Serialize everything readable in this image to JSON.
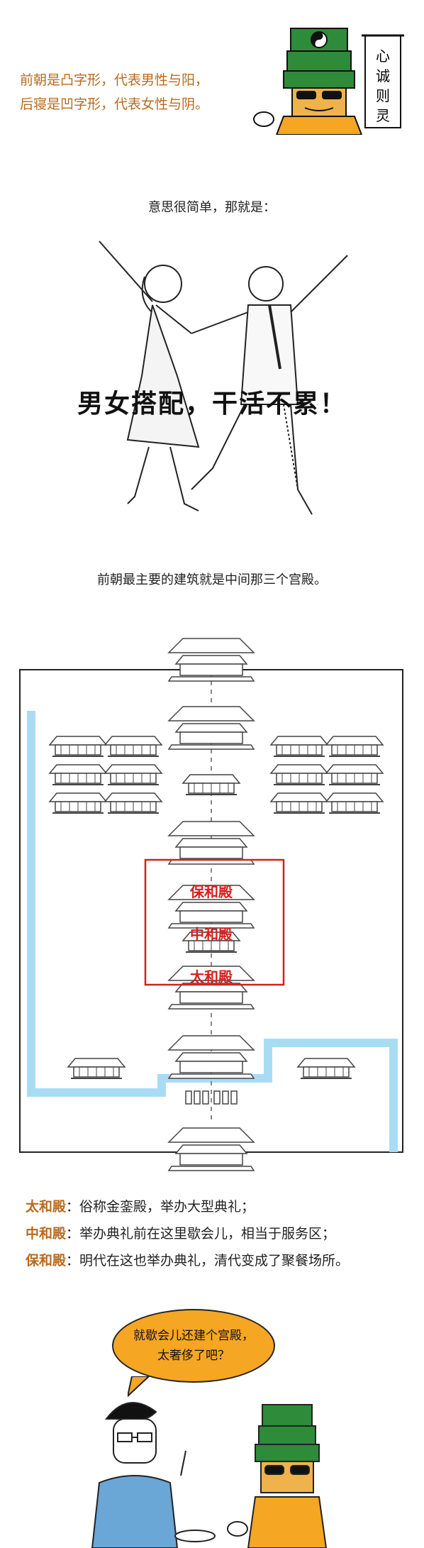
{
  "intro": {
    "line1": "前朝是凸字形，代表男性与阳，",
    "line2": "后寝是凹字形，代表女性与阴。"
  },
  "sign_text": "心诚则灵",
  "simple_text": "意思很简单，那就是：",
  "slogan": "男女搭配，干活不累！",
  "palace_intro": "前朝最主要的建筑就是中间那三个宫殿。",
  "map": {
    "hall_top": "保和殿",
    "hall_mid": "中和殿",
    "hall_bottom": "太和殿",
    "highlight_color": "#d32020",
    "wall_color": "#a8dcf5"
  },
  "notes": [
    {
      "name": "太和殿",
      "sep": "：",
      "desc": "俗称金銮殿，举办大型典礼；"
    },
    {
      "name": "中和殿",
      "sep": "：",
      "desc": "举办典礼前在这里歇会儿，相当于服务区；"
    },
    {
      "name": "保和殿",
      "sep": "：",
      "desc": "明代在这也举办典礼，清代变成了聚餐场所。"
    }
  ],
  "bubble": {
    "line1": "就歇会儿还建个宫殿，",
    "line2": "太奢侈了吧？"
  },
  "colors": {
    "accent": "#b86a1f",
    "bubble": "#f5a623",
    "hat": "#2e8b3a"
  }
}
